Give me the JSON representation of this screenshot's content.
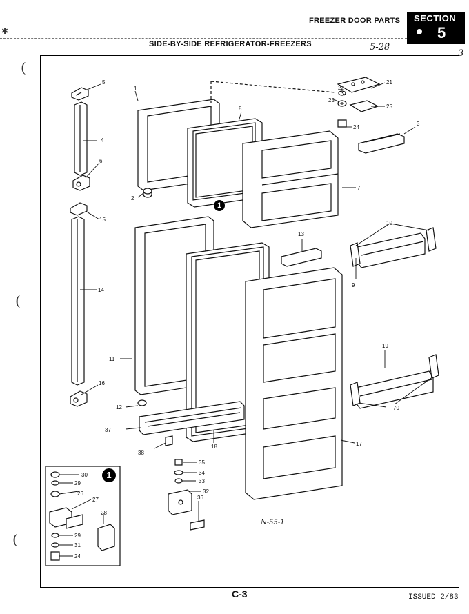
{
  "header": {
    "title": "FREEZER DOOR PARTS",
    "section_word": "SECTION",
    "section_number": "5",
    "subtitle": "SIDE-BY-SIDE REFRIGERATOR-FREEZERS",
    "handwritten_date": "5-28",
    "handwritten_page": "3"
  },
  "footer": {
    "page_code": "C-3",
    "issued": "ISSUED 2/83"
  },
  "diagram": {
    "drawing_code": "N-55-1",
    "detail_marker": "1",
    "callouts": [
      "1",
      "2",
      "3",
      "4",
      "5",
      "6",
      "7",
      "8",
      "9",
      "10",
      "11",
      "12",
      "13",
      "14",
      "15",
      "16",
      "17",
      "18",
      "19",
      "21",
      "22",
      "23",
      "24",
      "25",
      "26",
      "27",
      "28",
      "29",
      "30",
      "31",
      "32",
      "33",
      "34",
      "35",
      "36",
      "37",
      "38",
      "70"
    ]
  }
}
